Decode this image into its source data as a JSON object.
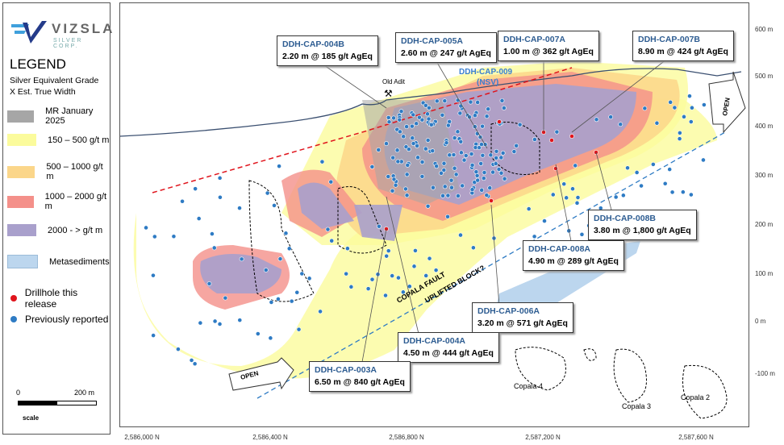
{
  "logo": {
    "name": "VIZSLA",
    "sub": "SILVER CORP."
  },
  "legend": {
    "title": "LEGEND",
    "subtitle_1": "Silver Equivalent Grade",
    "subtitle_2": "X Est. True Width",
    "items": [
      {
        "label": "MR January 2025",
        "color": "#a6a6a6"
      },
      {
        "label": "150 – 500 g/t m",
        "color": "#fbfb9c"
      },
      {
        "label": "500 – 1000 g/t m",
        "color": "#fbd68a"
      },
      {
        "label": "1000 – 2000 g/t m",
        "color": "#f4908a"
      },
      {
        "label": "2000 - > g/t m",
        "color": "#a9a0cc"
      },
      {
        "label": "Metasediments",
        "color": "#bcd6ee"
      },
      {
        "label": "Drillhole this release",
        "color": "#e0141c"
      },
      {
        "label": "Previously reported",
        "color": "#2e7bc4"
      }
    ],
    "scale": {
      "start": "0",
      "end": "200 m",
      "label": "scale"
    }
  },
  "callouts": [
    {
      "id": "DDH-CAP-004B",
      "value": "2.20 m @ 185 g/t AgEq"
    },
    {
      "id": "DDH-CAP-005A",
      "value": "2.60 m @ 247 g/t AgEq"
    },
    {
      "id": "DDH-CAP-007A",
      "value": "1.00 m @ 362 g/t AgEq"
    },
    {
      "id": "DDH-CAP-007B",
      "value": "8.90 m @ 424 g/t AgEq"
    },
    {
      "id": "DDH-CAP-008B",
      "value": "3.80 m @ 1,800 g/t AgEq"
    },
    {
      "id": "DDH-CAP-008A",
      "value": "4.90 m @ 289 g/t AgEq"
    },
    {
      "id": "DDH-CAP-006A",
      "value": "3.20 m @ 571 g/t AgEq"
    },
    {
      "id": "DDH-CAP-004A",
      "value": "4.50 m @ 444 g/t AgEq"
    },
    {
      "id": "DDH-CAP-003A",
      "value": "6.50 m @ 840 g/t AgEq"
    }
  ],
  "labels": {
    "ddh009": "DDH-CAP-009",
    "nsv": "(NSV)",
    "old_adit": "Old Adit",
    "copala_fault": "COPALA FAULT",
    "uplifted": "UPLIFTED BLOCK?",
    "open": "OPEN",
    "copala4": "Copala 4",
    "copala3": "Copala 3",
    "copala2": "Copala 2"
  },
  "axes": {
    "elevation": [
      "600 m",
      "500 m",
      "400 m",
      "300 m",
      "200 m",
      "100 m",
      "0 m",
      "-100 m"
    ],
    "northing": [
      "2,586,000 N",
      "2,586,400 N",
      "2,586,800 N",
      "2,587,200 N",
      "2,587,600 N"
    ]
  }
}
